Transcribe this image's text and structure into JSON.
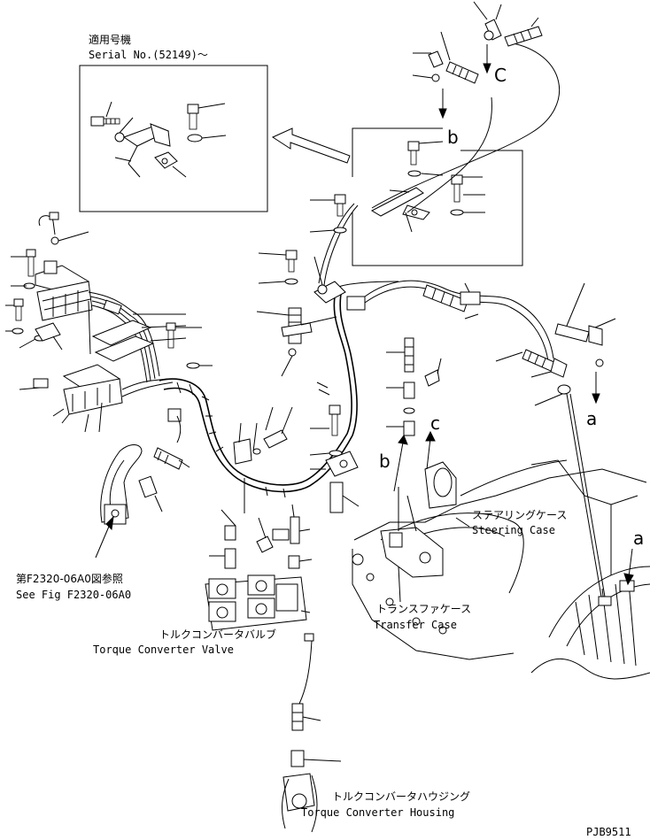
{
  "serial_box": {
    "title_jp": "適用号機",
    "serial": "Serial No.(52149)～"
  },
  "labels": {
    "see_fig_jp": "第F2320-06A0図参照",
    "see_fig_en": "See Fig F2320-06A0",
    "steering_jp": "ステアリングケース",
    "steering_en": "Steering Case",
    "transfer_jp": "トランスファケース",
    "transfer_en": "Transfer Case",
    "tcv_jp": "トルクコンバータバルブ",
    "tcv_en": "Torque Converter Valve",
    "tch_jp": "トルクコンバータハウジング",
    "tch_en": "Torque Converter Housing"
  },
  "letters": {
    "a1": "a",
    "a2": "a",
    "b1": "b",
    "b2": "b",
    "c1": "C",
    "c2": "c"
  },
  "code": "PJB9511"
}
